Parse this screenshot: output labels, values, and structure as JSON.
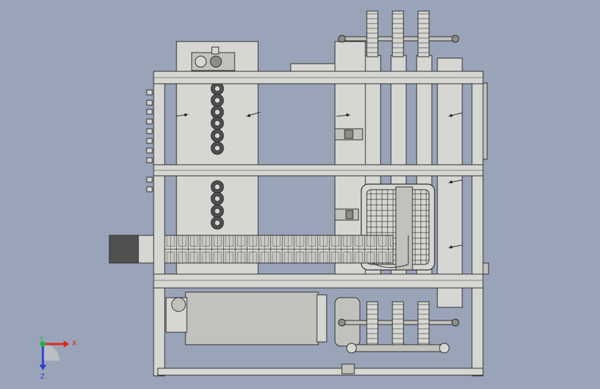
{
  "viewport": {
    "background": "#9aa4b8"
  },
  "model": {
    "fill_light": "#d6d6d2",
    "fill_mid": "#c2c2bd",
    "fill_dark": "#8c8c88",
    "stroke": "#2b2b2b",
    "roller_fill": "#505050"
  },
  "triad": {
    "x_label": "X",
    "y_label": "Y",
    "z_label": "Z",
    "x_color": "#e0231b",
    "y_color": "#22b04a",
    "z_color": "#2d3fd1"
  }
}
